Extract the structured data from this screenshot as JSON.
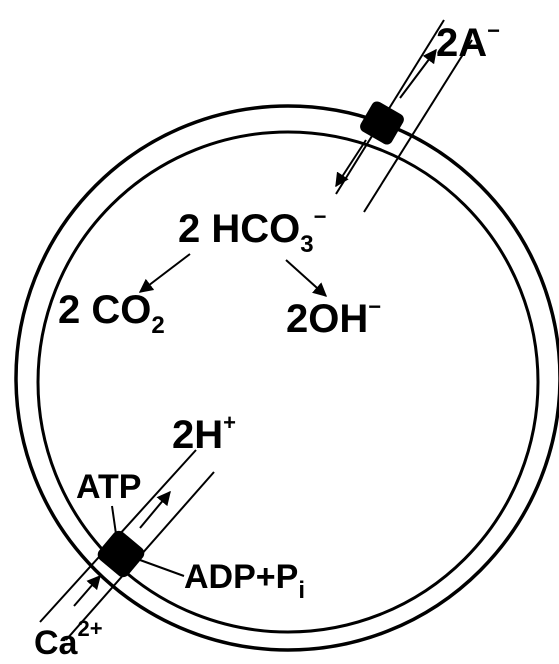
{
  "labels": {
    "anion": {
      "coef": "2",
      "sym": "A",
      "charge": "−"
    },
    "bicarbonate": {
      "coef": "2",
      "sym": "HCO",
      "sub": "3",
      "charge": "−"
    },
    "co2": {
      "coef": "2",
      "sym": "CO",
      "sub": "2"
    },
    "hydroxide": {
      "coef": "2",
      "sym": "OH",
      "charge": "−"
    },
    "proton": {
      "coef": "2",
      "sym": "H",
      "charge": "+"
    },
    "atp": {
      "text": "ATP"
    },
    "adp": {
      "text": "ADP+P",
      "sub": "i"
    },
    "calcium": {
      "sym": "Ca",
      "charge": "2+"
    }
  },
  "colors": {
    "stroke": "#000000",
    "background": "#ffffff"
  }
}
